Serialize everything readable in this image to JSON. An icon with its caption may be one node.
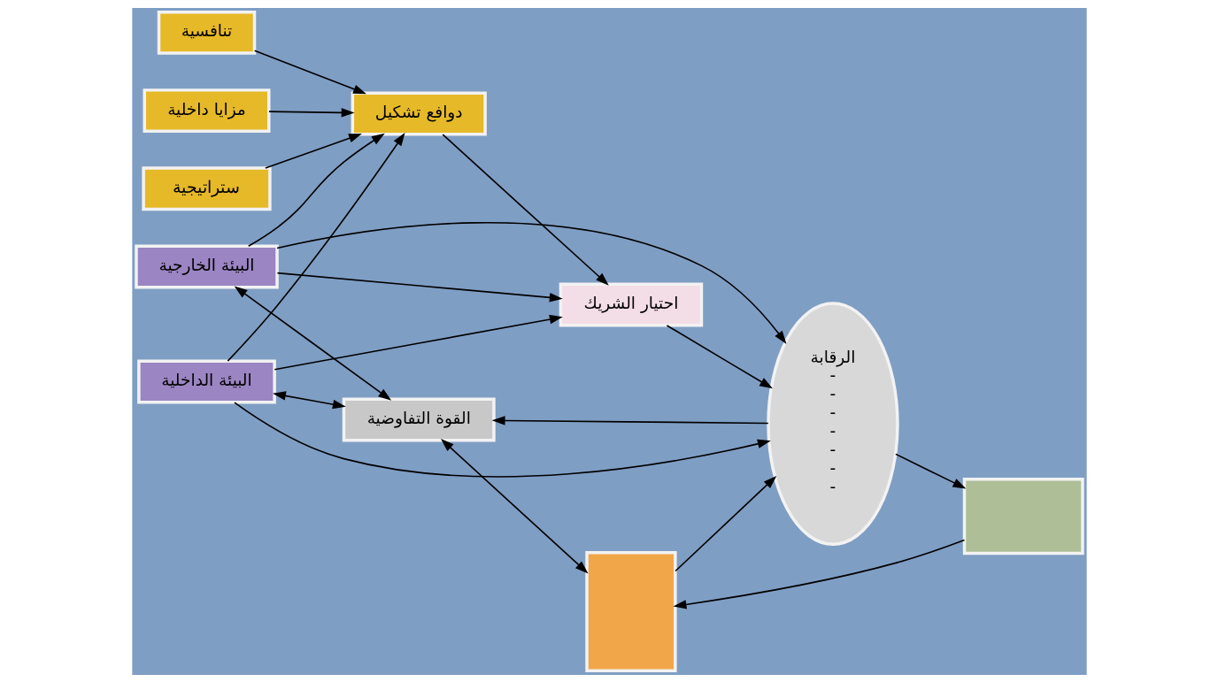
{
  "diagram": {
    "nodes": [
      {
        "text": [
          "البيئة الخارجية"
        ]
      },
      {
        "text": [
          "القوة التفاوضية"
        ]
      },
      {
        "text": [
          "ستراتيجية"
        ]
      },
      {
        "text": [
          "تنافسية"
        ]
      },
      {
        "text": [
          "مزايا داخلية"
        ]
      },
      {
        "text": [
          "دوافع تشكيل"
        ]
      },
      {
        "text": [
          "احتيار الشريك"
        ]
      },
      {
        "text": [
          "الرقابة",
          "-",
          "-",
          "-",
          "-",
          "-",
          "-",
          "-"
        ]
      },
      {
        "text": [],
        "shape": "box"
      },
      {
        "text": [],
        "shape": "box"
      },
      {
        "text": [
          "البيئة الداخلية"
        ]
      }
    ],
    "edges": [
      {
        "from": 0,
        "to": 5,
        "arrow": "to"
      },
      {
        "from": 0,
        "to": 6,
        "arrow": "to"
      },
      {
        "from": 0,
        "to": 7,
        "arrow": "to"
      },
      {
        "from": 0,
        "to": 1,
        "arrow": "both"
      },
      {
        "from": 2,
        "to": 5,
        "arrow": "to"
      },
      {
        "from": 3,
        "to": 5,
        "arrow": "to"
      },
      {
        "from": 4,
        "to": 5,
        "arrow": "to"
      },
      {
        "from": 5,
        "to": 6,
        "arrow": "to"
      },
      {
        "from": 6,
        "to": 7,
        "arrow": "to"
      },
      {
        "from": 10,
        "to": 5,
        "arrow": "to"
      },
      {
        "from": 10,
        "to": 6,
        "arrow": "to"
      },
      {
        "from": 10,
        "to": 1,
        "arrow": "both"
      },
      {
        "from": 10,
        "to": 7,
        "arrow": "to"
      },
      {
        "from": 7,
        "to": 1,
        "arrow": "to"
      },
      {
        "from": 1,
        "to": 9,
        "arrow": "both"
      },
      {
        "from": 7,
        "to": 8,
        "arrow": "to"
      },
      {
        "from": 8,
        "to": 9,
        "arrow": "to"
      },
      {
        "from": 9,
        "to": 7,
        "arrow": "to"
      }
    ]
  }
}
